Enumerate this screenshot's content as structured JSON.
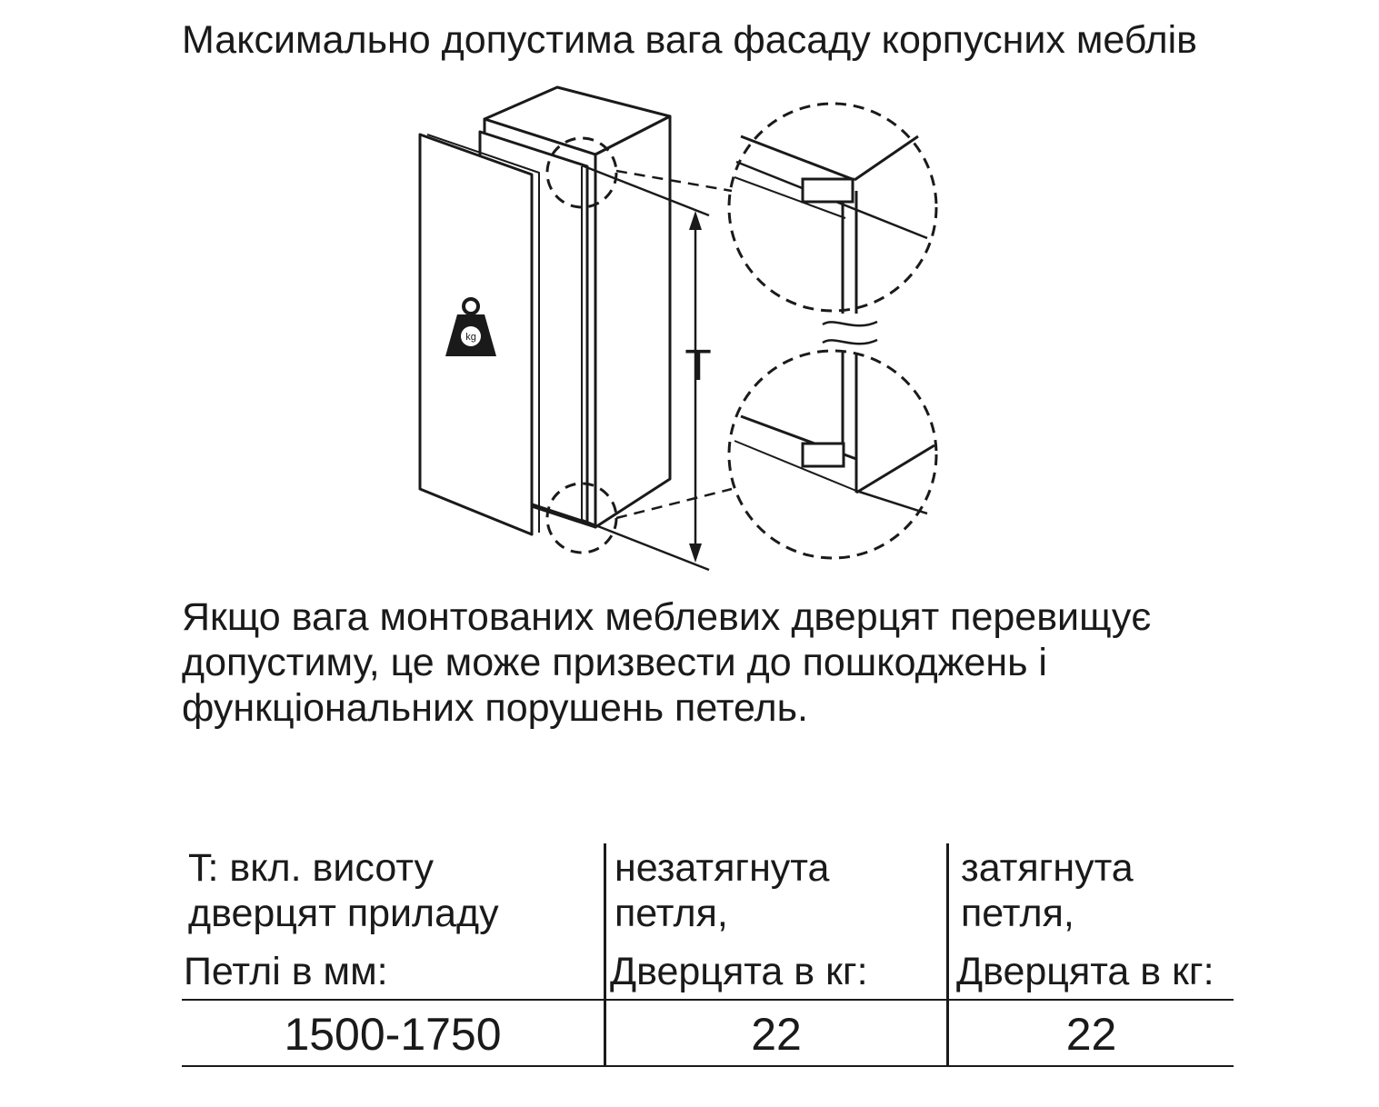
{
  "heading": "Максимально допустима вага фасаду корпусних меблів",
  "figure": {
    "dimension_label": "T",
    "weight_label": "kg"
  },
  "paragraph": "Якщо вага монтованих меблевих дверцят перевищує допустиму, це може призвести до пошкоджень і функціональних порушень петель.",
  "table": {
    "headers": [
      {
        "title": "T: вкл. висоту\nдверцят приладу",
        "unit": "Петлі в мм:"
      },
      {
        "title": "незатягнута\nпетля,",
        "unit": "Дверцята в кг:"
      },
      {
        "title": "затягнута\nпетля,",
        "unit": "Дверцята в кг:"
      }
    ],
    "rows": [
      [
        "1500-1750",
        "22",
        "22"
      ]
    ]
  }
}
